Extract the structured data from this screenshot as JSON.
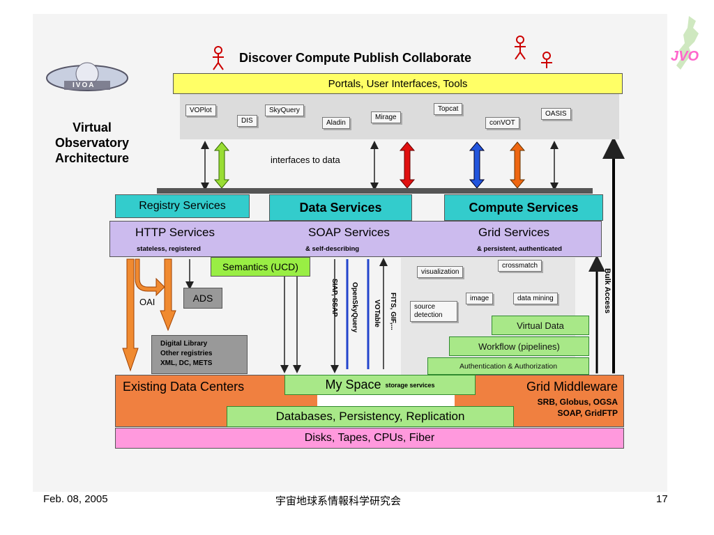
{
  "header": {
    "title": "Discover Compute Publish Collaborate"
  },
  "side_title": {
    "line1": "Virtual",
    "line2": "Observatory",
    "line3": "Architecture"
  },
  "logos": {
    "ivoa": "IVOA",
    "jvo": "JVO"
  },
  "portals": "Portals, User Interfaces, Tools",
  "tools": [
    "VOPlot",
    "DIS",
    "SkyQuery",
    "Aladin",
    "Mirage",
    "Topcat",
    "conVOT",
    "OASIS"
  ],
  "interfaces_label": "interfaces to data",
  "services": {
    "registry": "Registry Services",
    "data": "Data Services",
    "compute": "Compute Services"
  },
  "protocols": {
    "http": "HTTP Services",
    "soap": "SOAP Services",
    "grid": "Grid Services",
    "http_sub": "stateless, registered",
    "soap_sub": "& self-describing",
    "grid_sub": "& persistent, authenticated"
  },
  "semantics": "Semantics (UCD)",
  "oai": "OAI",
  "ads": "ADS",
  "digital_library": [
    "Digital Library",
    "Other registries",
    "XML, DC, METS"
  ],
  "vertical_labels": {
    "siap": "SIAP, SSAP",
    "openskyquery": "OpenSkyQuery",
    "votable": "VOTable",
    "fits": "FITS, GIF,...",
    "bulk": "Bulk Access"
  },
  "compute_items": {
    "visualization": "visualization",
    "crossmatch": "crossmatch",
    "image": "image",
    "data_mining": "data mining",
    "source_detection": "source detection"
  },
  "grid_stack": {
    "virtual_data": "Virtual Data",
    "workflow": "Workflow (pipelines)",
    "auth": "Authentication & Authorization"
  },
  "bottom": {
    "existing": "Existing Data Centers",
    "myspace": "My Space",
    "myspace_sub": "storage services",
    "grid_middleware": "Grid Middleware",
    "middleware_1": "SRB, Globus, OGSA",
    "middleware_2": "SOAP, GridFTP",
    "databases": "Databases, Persistency, Replication",
    "disks": "Disks, Tapes, CPUs, Fiber"
  },
  "footer": {
    "date": "Feb. 08, 2005",
    "center": "宇宙地球系情報科学研究会",
    "page": "17"
  },
  "colors": {
    "yellow": "#ffff66",
    "teal": "#33cccc",
    "lavender": "#ccbbee",
    "green": "#99ee44",
    "orange": "#f08040",
    "pink": "#ff99dd",
    "lightgreen": "#a8e888"
  }
}
